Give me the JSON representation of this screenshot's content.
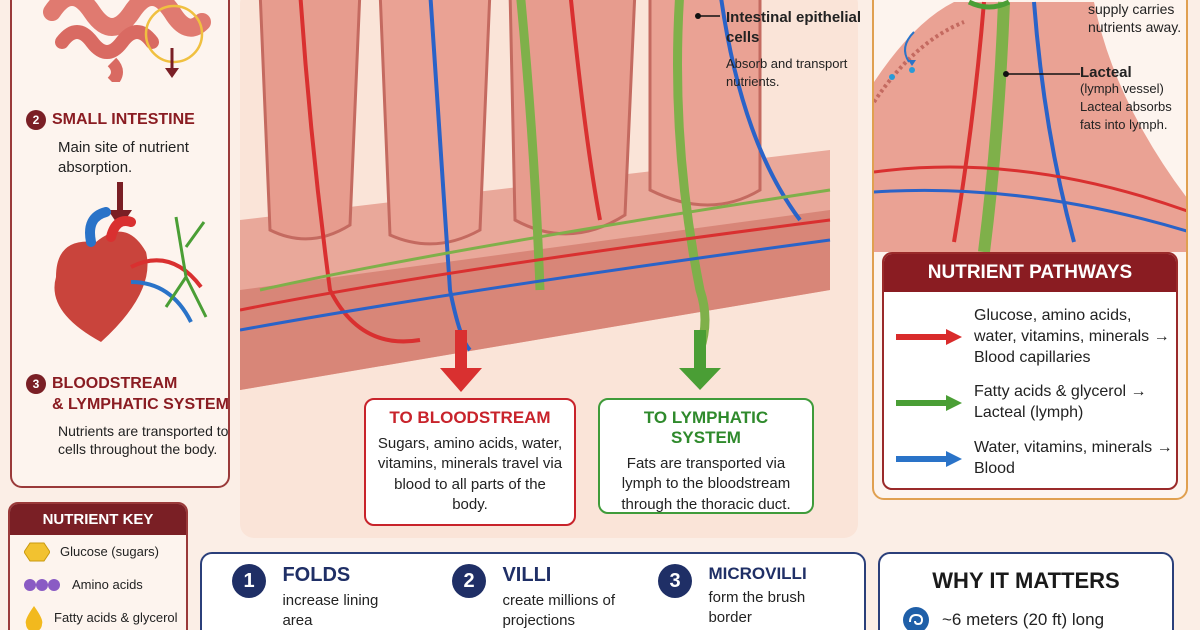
{
  "left_panel": {
    "step2": {
      "num": "2",
      "title": "SMALL INTESTINE",
      "desc": "Main site of nutrient absorption."
    },
    "step3": {
      "num": "3",
      "title_line1": "BLOODSTREAM",
      "title_line2": "& LYMPHATIC SYSTEM",
      "desc": "Nutrients are transported to cells throughout the body."
    }
  },
  "nutrient_key": {
    "title": "NUTRIENT KEY",
    "items": [
      {
        "label": "Glucose (sugars)",
        "icon": "hexagon-icon",
        "color": "#f2c230"
      },
      {
        "label": "Amino acids",
        "icon": "bead-chain-icon",
        "color": "#8a5bc4"
      },
      {
        "label": "Fatty acids & glycerol",
        "icon": "droplet-icon",
        "color": "#f2b91e"
      }
    ]
  },
  "center": {
    "epithelial": {
      "title": "Intestinal epithelial cells",
      "desc": "Absorb and transport nutrients."
    },
    "to_blood": {
      "title": "TO BLOODSTREAM",
      "desc": "Sugars, amino acids, water, vitamins, minerals travel via blood to all parts of the body."
    },
    "to_lymph": {
      "title": "TO LYMPHATIC SYSTEM",
      "desc": "Fats are transported via lymph to the bloodstream through the thoracic duct."
    }
  },
  "right_panel": {
    "supply_text": "supply carries nutrients away.",
    "lacteal": {
      "title": "Lacteal",
      "subtitle": "(lymph vessel)",
      "desc": "Lacteal absorbs fats into lymph."
    },
    "pathways": {
      "title": "NUTRIENT PATHWAYS",
      "rows": [
        {
          "text": "Glucose, amino acids, water, vitamins, minerals → Blood capillaries",
          "color": "#d92b2b"
        },
        {
          "text": "Fatty acids & glycerol → Lacteal (lymph)",
          "color": "#4a9e35"
        },
        {
          "text": "Water, vitamins, minerals → Blood",
          "color": "#2a73c8"
        }
      ]
    }
  },
  "bottom": {
    "features": [
      {
        "num": "1",
        "title": "FOLDS",
        "desc": "increase lining area"
      },
      {
        "num": "2",
        "title": "VILLI",
        "desc": "create millions of projections"
      },
      {
        "num": "3",
        "title": "MICROVILLI",
        "desc": "form the brush border"
      }
    ],
    "why": {
      "title": "WHY IT MATTERS",
      "fact": "~6 meters (20 ft) long",
      "icon": "coil-icon"
    }
  },
  "colors": {
    "maroon": "#8a1c22",
    "blood_red": "#d92b2b",
    "lymph_green": "#4a9e35",
    "vein_blue": "#2a73c8",
    "navy": "#1f2f66"
  }
}
